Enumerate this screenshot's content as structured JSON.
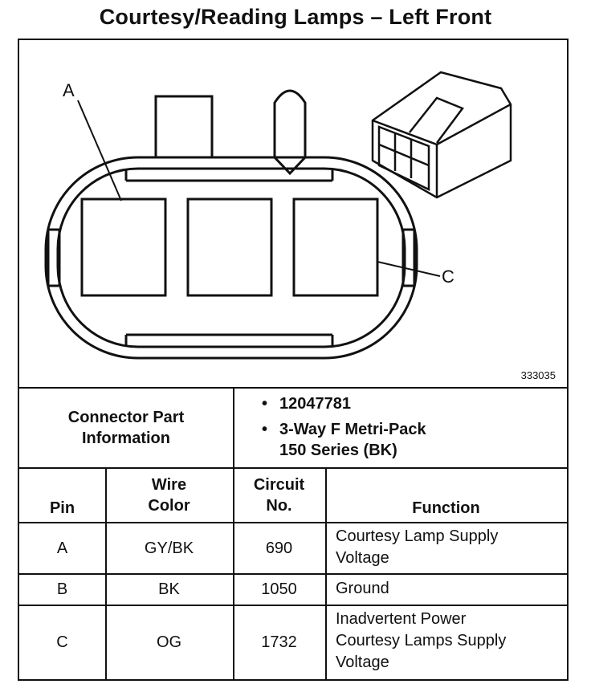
{
  "title": "Courtesy/Reading Lamps – Left Front",
  "diagram": {
    "label_a": "A",
    "label_c": "C",
    "figure_number": "333035"
  },
  "connector_info": {
    "heading_line1": "Connector Part",
    "heading_line2": "Information",
    "items": [
      "12047781",
      "3-Way F Metri-Pack",
      "150 Series (BK)"
    ]
  },
  "table": {
    "headers": {
      "pin": "Pin",
      "wire_color_line1": "Wire",
      "wire_color_line2": "Color",
      "circuit_line1": "Circuit",
      "circuit_line2": "No.",
      "function": "Function"
    },
    "rows": [
      {
        "pin": "A",
        "wire_color": "GY/BK",
        "circuit": "690",
        "function_lines": [
          "Courtesy Lamp Supply",
          "Voltage"
        ]
      },
      {
        "pin": "B",
        "wire_color": "BK",
        "circuit": "1050",
        "function_lines": [
          "Ground"
        ]
      },
      {
        "pin": "C",
        "wire_color": "OG",
        "circuit": "1732",
        "function_lines": [
          "Inadvertent Power",
          "Courtesy Lamps Supply",
          "Voltage"
        ]
      }
    ]
  }
}
